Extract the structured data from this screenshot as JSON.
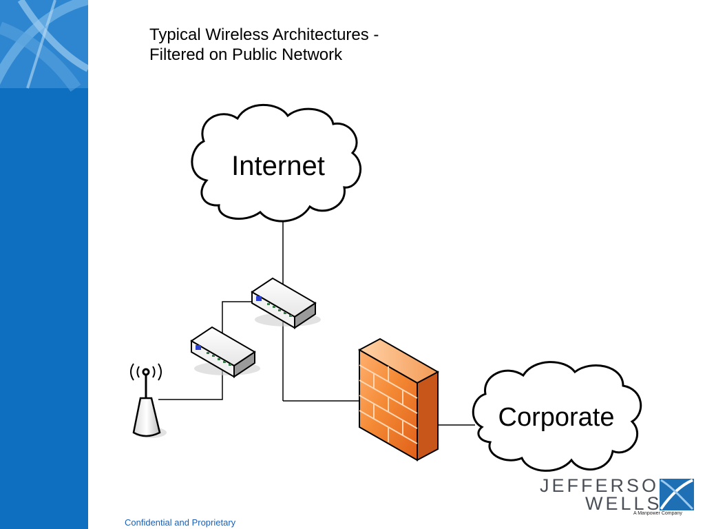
{
  "title_line1": "Typical Wireless Architectures -",
  "title_line2": "Filtered on Public Network",
  "footer": "Confidential and Proprietary",
  "nodes": {
    "internet": "Internet",
    "corporate": "Corporate"
  },
  "logo": {
    "line1": "JEFFERSON",
    "line2": "WELLS",
    "tagline": "A Manpower Company"
  },
  "colors": {
    "sidebar": "#0e6fc1",
    "firewall": "#f07a2a",
    "footer_text": "#1a5fb4"
  }
}
